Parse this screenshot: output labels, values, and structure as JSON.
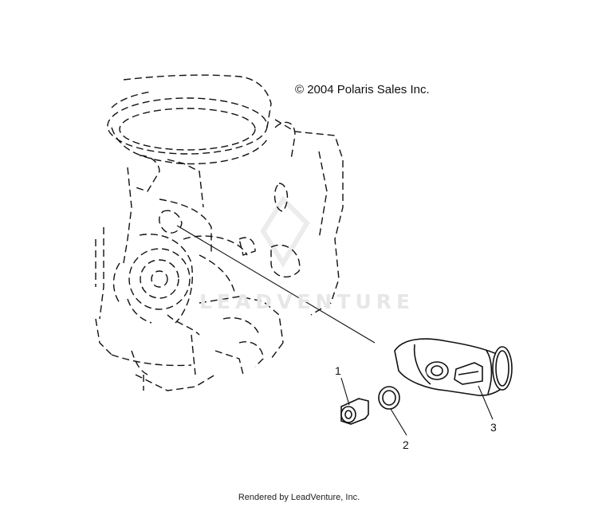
{
  "diagram": {
    "copyright": "© 2004 Polaris Sales Inc.",
    "watermark": "LEADVENTURE",
    "callouts": [
      {
        "id": "1",
        "label": "1"
      },
      {
        "id": "2",
        "label": "2"
      },
      {
        "id": "3",
        "label": "3"
      }
    ],
    "footer": "Rendered by LeadVenture, Inc."
  }
}
